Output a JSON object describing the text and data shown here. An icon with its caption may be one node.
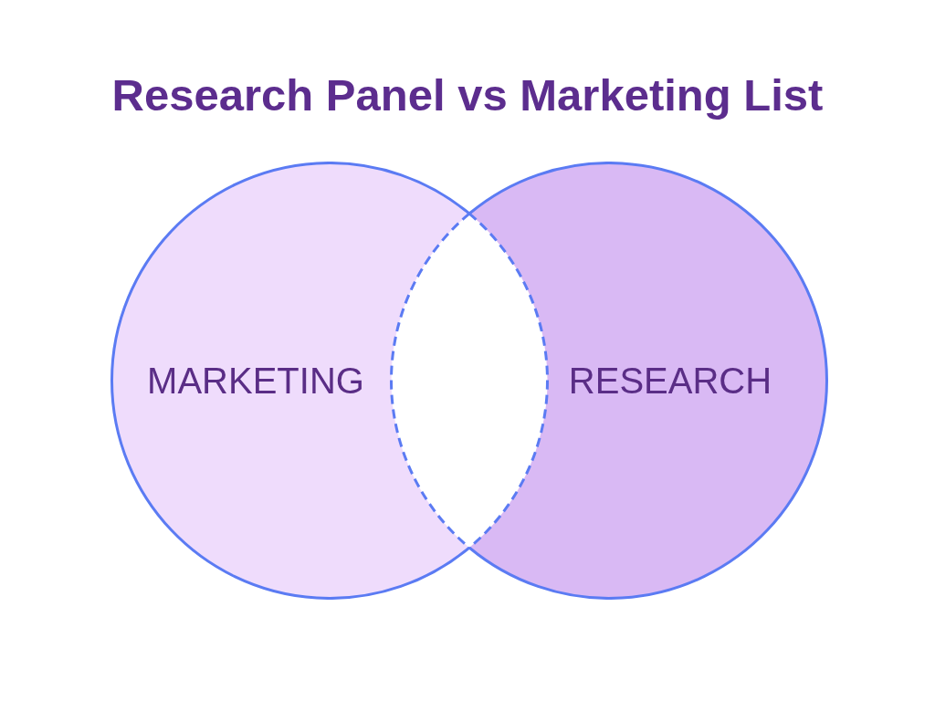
{
  "diagram": {
    "title": "Research Panel vs Marketing List",
    "nodes": [
      {
        "text": [
          "MARKETING"
        ]
      },
      {
        "text": [
          "RESEARCH"
        ]
      }
    ]
  }
}
